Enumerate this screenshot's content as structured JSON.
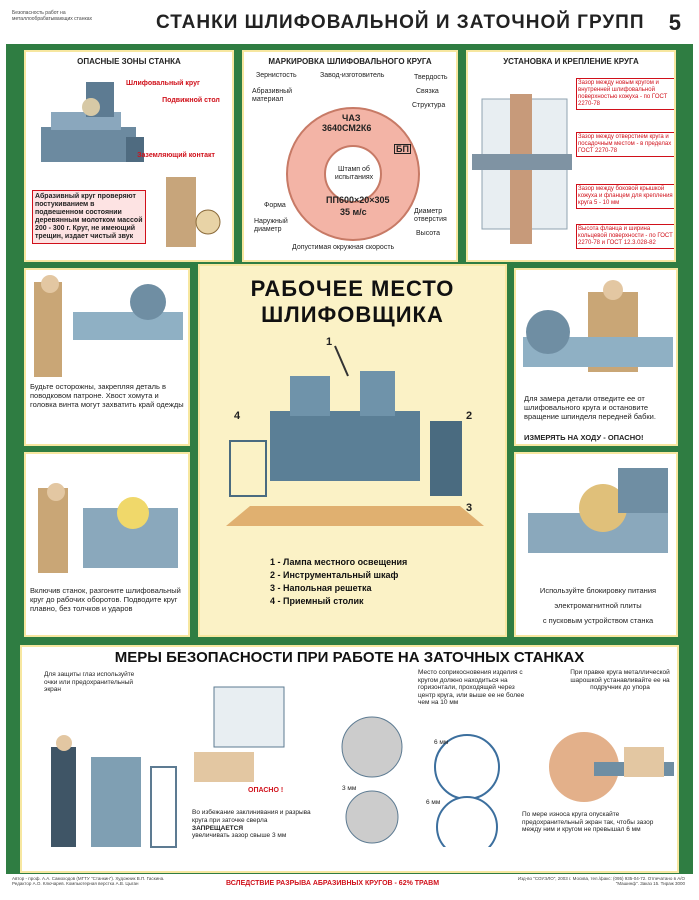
{
  "header": {
    "logo_text": "Безопасность работ на металлообрабатывающих станках",
    "title": "СТАНКИ ШЛИФОВАЛЬНОЙ И ЗАТОЧНОЙ ГРУПП",
    "number": "5"
  },
  "danger_zones": {
    "title": "ОПАСНЫЕ ЗОНЫ СТАНКА",
    "label_wheel": "Шлифовальный круг",
    "label_table": "Подвижной стол",
    "label_contact": "Заземляющий контакт",
    "note": "Абразивный круг проверяют постукиванием в подвешенном состоянии деревянным молотком массой 200 - 300 г. Круг, не имеющий трещин, издает чистый звук"
  },
  "marking": {
    "title": "МАРКИРОВКА ШЛИФОВАЛЬНОГО КРУГА",
    "grain": "Зернистость",
    "maker": "Завод-изготовитель",
    "hardness": "Твердость",
    "abrasive": "Абразивный материал",
    "bond": "Связка",
    "structure": "Структура",
    "stamp": "Штамп об испытаниях",
    "shape": "Форма",
    "outer_d": "Наружный диаметр",
    "hole_d": "Диаметр отверстия",
    "height": "Высота",
    "speed": "Допустимая окружная скорость",
    "wheel_line1": "ЧАЗ",
    "wheel_line2": "3640СМ2К6",
    "wheel_line3": "ПП600×20×305",
    "wheel_line4": "35 м/с",
    "wheel_mark": "БП"
  },
  "mounting": {
    "title": "УСТАНОВКА И КРЕПЛЕНИЕ КРУГА",
    "note1": "Зазор между новым кругом и внутренней шлифовальной поверхностью кожуха - по ГОСТ 2270-78",
    "note2": "Зазор между отверстием круга и посадочным местом - в пределах ГОСТ 2270-78",
    "note3": "Зазор между боковой крышкой кожуха и фланцем для крепления круга 5 - 10 мм",
    "note4": "Высота фланца и ширина кольцевой поверхности - по ГОСТ 2270-78 и ГОСТ 12.3.028-82"
  },
  "left1": {
    "caption": "Будьте осторожны, закрепляя деталь в поводковом патроне. Хвост хомута и головка винта могут захватить край одежды"
  },
  "left2": {
    "caption": "Включив станок, разгоните шлифовальный круг до рабочих оборотов. Подводите круг плавно, без толчков и ударов"
  },
  "right1": {
    "caption": "Для замера детали отведите ее от шлифовального круга и остановите вращение шпинделя передней бабки.",
    "warning": "ИЗМЕРЯТЬ НА ХОДУ - ОПАСНО!"
  },
  "right2": {
    "caption1": "Используйте блокировку питания",
    "caption2": "электромагнитной плиты",
    "caption3": "с пусковым устройством станка"
  },
  "workplace": {
    "title1": "РАБОЧЕЕ МЕСТО",
    "title2": "ШЛИФОВЩИКА",
    "n1": "1",
    "n2": "2",
    "n3": "3",
    "n4": "4",
    "items": [
      "1 - Лампа местного освещения",
      "2 - Инструментальный шкаф",
      "3 - Напольная решетка",
      "4 - Приемный столик"
    ]
  },
  "sharpening": {
    "title": "МЕРЫ БЕЗОПАСНОСТИ ПРИ РАБОТЕ НА ЗАТОЧНЫХ СТАНКАХ",
    "eye_note": "Для защиты глаз используйте очки или предохранительный экран",
    "danger": "ОПАСНО !",
    "jam_note_1": "Во избежание заклинивания и разрыва круга при заточке сверла",
    "jam_forbidden": "ЗАПРЕЩАЕТСЯ",
    "jam_note_2": "увеличивать зазор свыше 3 мм",
    "contact_note": "Место соприкосновения изделия с кругом должно находиться на горизонтали, проходящей через центр круга, или выше ее не более чем на 10 мм",
    "gap_6a": "6 мм",
    "gap_3": "3 мм",
    "gap_6b": "6 мм",
    "dress_note": "При правке круга металлической шарошкой устанавливайте ее на подручник до упора",
    "wear_note": "По мере износа круга опускайте предохранительный экран так, чтобы зазор между ним и кругом не превышал 6 мм"
  },
  "footer": {
    "credits": "Автор - проф. А.А. Самоходов (МГТУ \"Станкин\"). Художник В.П. Гаскина. Редактор А.О. Ключарев. Компьютерная верстка А.В. Цыган",
    "stat": "ВСЛЕДСТВИЕ РАЗРЫВА АБРАЗИВНЫХ КРУГОВ - 62% ТРАВМ",
    "publisher": "Изд-во \"СОУЭЛО\", 2003 г. Москва, тел./факс: (095) 935-04-72. Отпечатано в А/О \"Машинф\". Заказ 15. Тираж 3000"
  },
  "colors": {
    "background": "#2f7d42",
    "panel_border": "#f7e7a0",
    "center_panel": "#fbf2c6",
    "warning_red": "#d0101a"
  }
}
